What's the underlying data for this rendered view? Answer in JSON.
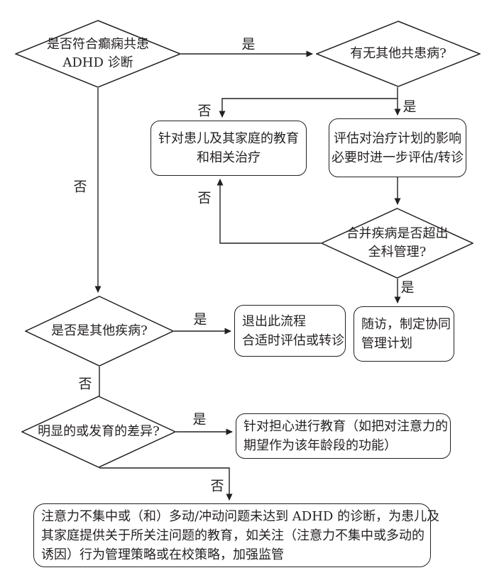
{
  "nodes": {
    "decision_epilepsy_adhd": {
      "line1": "是否符合癫痫共患",
      "line2": "ADHD 诊断"
    },
    "decision_other_comorbidity": {
      "line1": "有无其他共患病?"
    },
    "process_family_education": {
      "line1": "针对患儿及其家庭的教育",
      "line2": "和相关治疗"
    },
    "process_assess_treatment": {
      "line1": "评估对治疗计划的影响",
      "line2": "必要时进一步评估/转诊"
    },
    "decision_beyond_gp": {
      "line1": "合并疾病是否超出",
      "line2": "全科管理?"
    },
    "process_followup": {
      "line1": "随访，制定协同",
      "line2": "管理计划"
    },
    "decision_other_disease": {
      "line1": "是否是其他疾病?"
    },
    "process_exit": {
      "line1": "退出此流程",
      "line2": "合适时评估或转诊"
    },
    "decision_developmental_difference": {
      "line1": "明显的或发育的差异?"
    },
    "process_concern_education": {
      "line1": "针对担心进行教育（如把对注意力的",
      "line2": "期望作为该年龄段的功能）"
    },
    "process_final_education": {
      "line1": "注意力不集中或（和）多动/冲动问题未达到 ADHD 的诊断，为患儿及",
      "line2": "其家庭提供关于所关注问题的教育，如关注（注意力不集中或多动的",
      "line3": "诱因）行为管理策略或在校策略，加强监管"
    }
  },
  "labels": {
    "yes": "是",
    "no": "否"
  },
  "colors": {
    "line": "#231f20",
    "background": "#ffffff",
    "text": "#231f20"
  }
}
